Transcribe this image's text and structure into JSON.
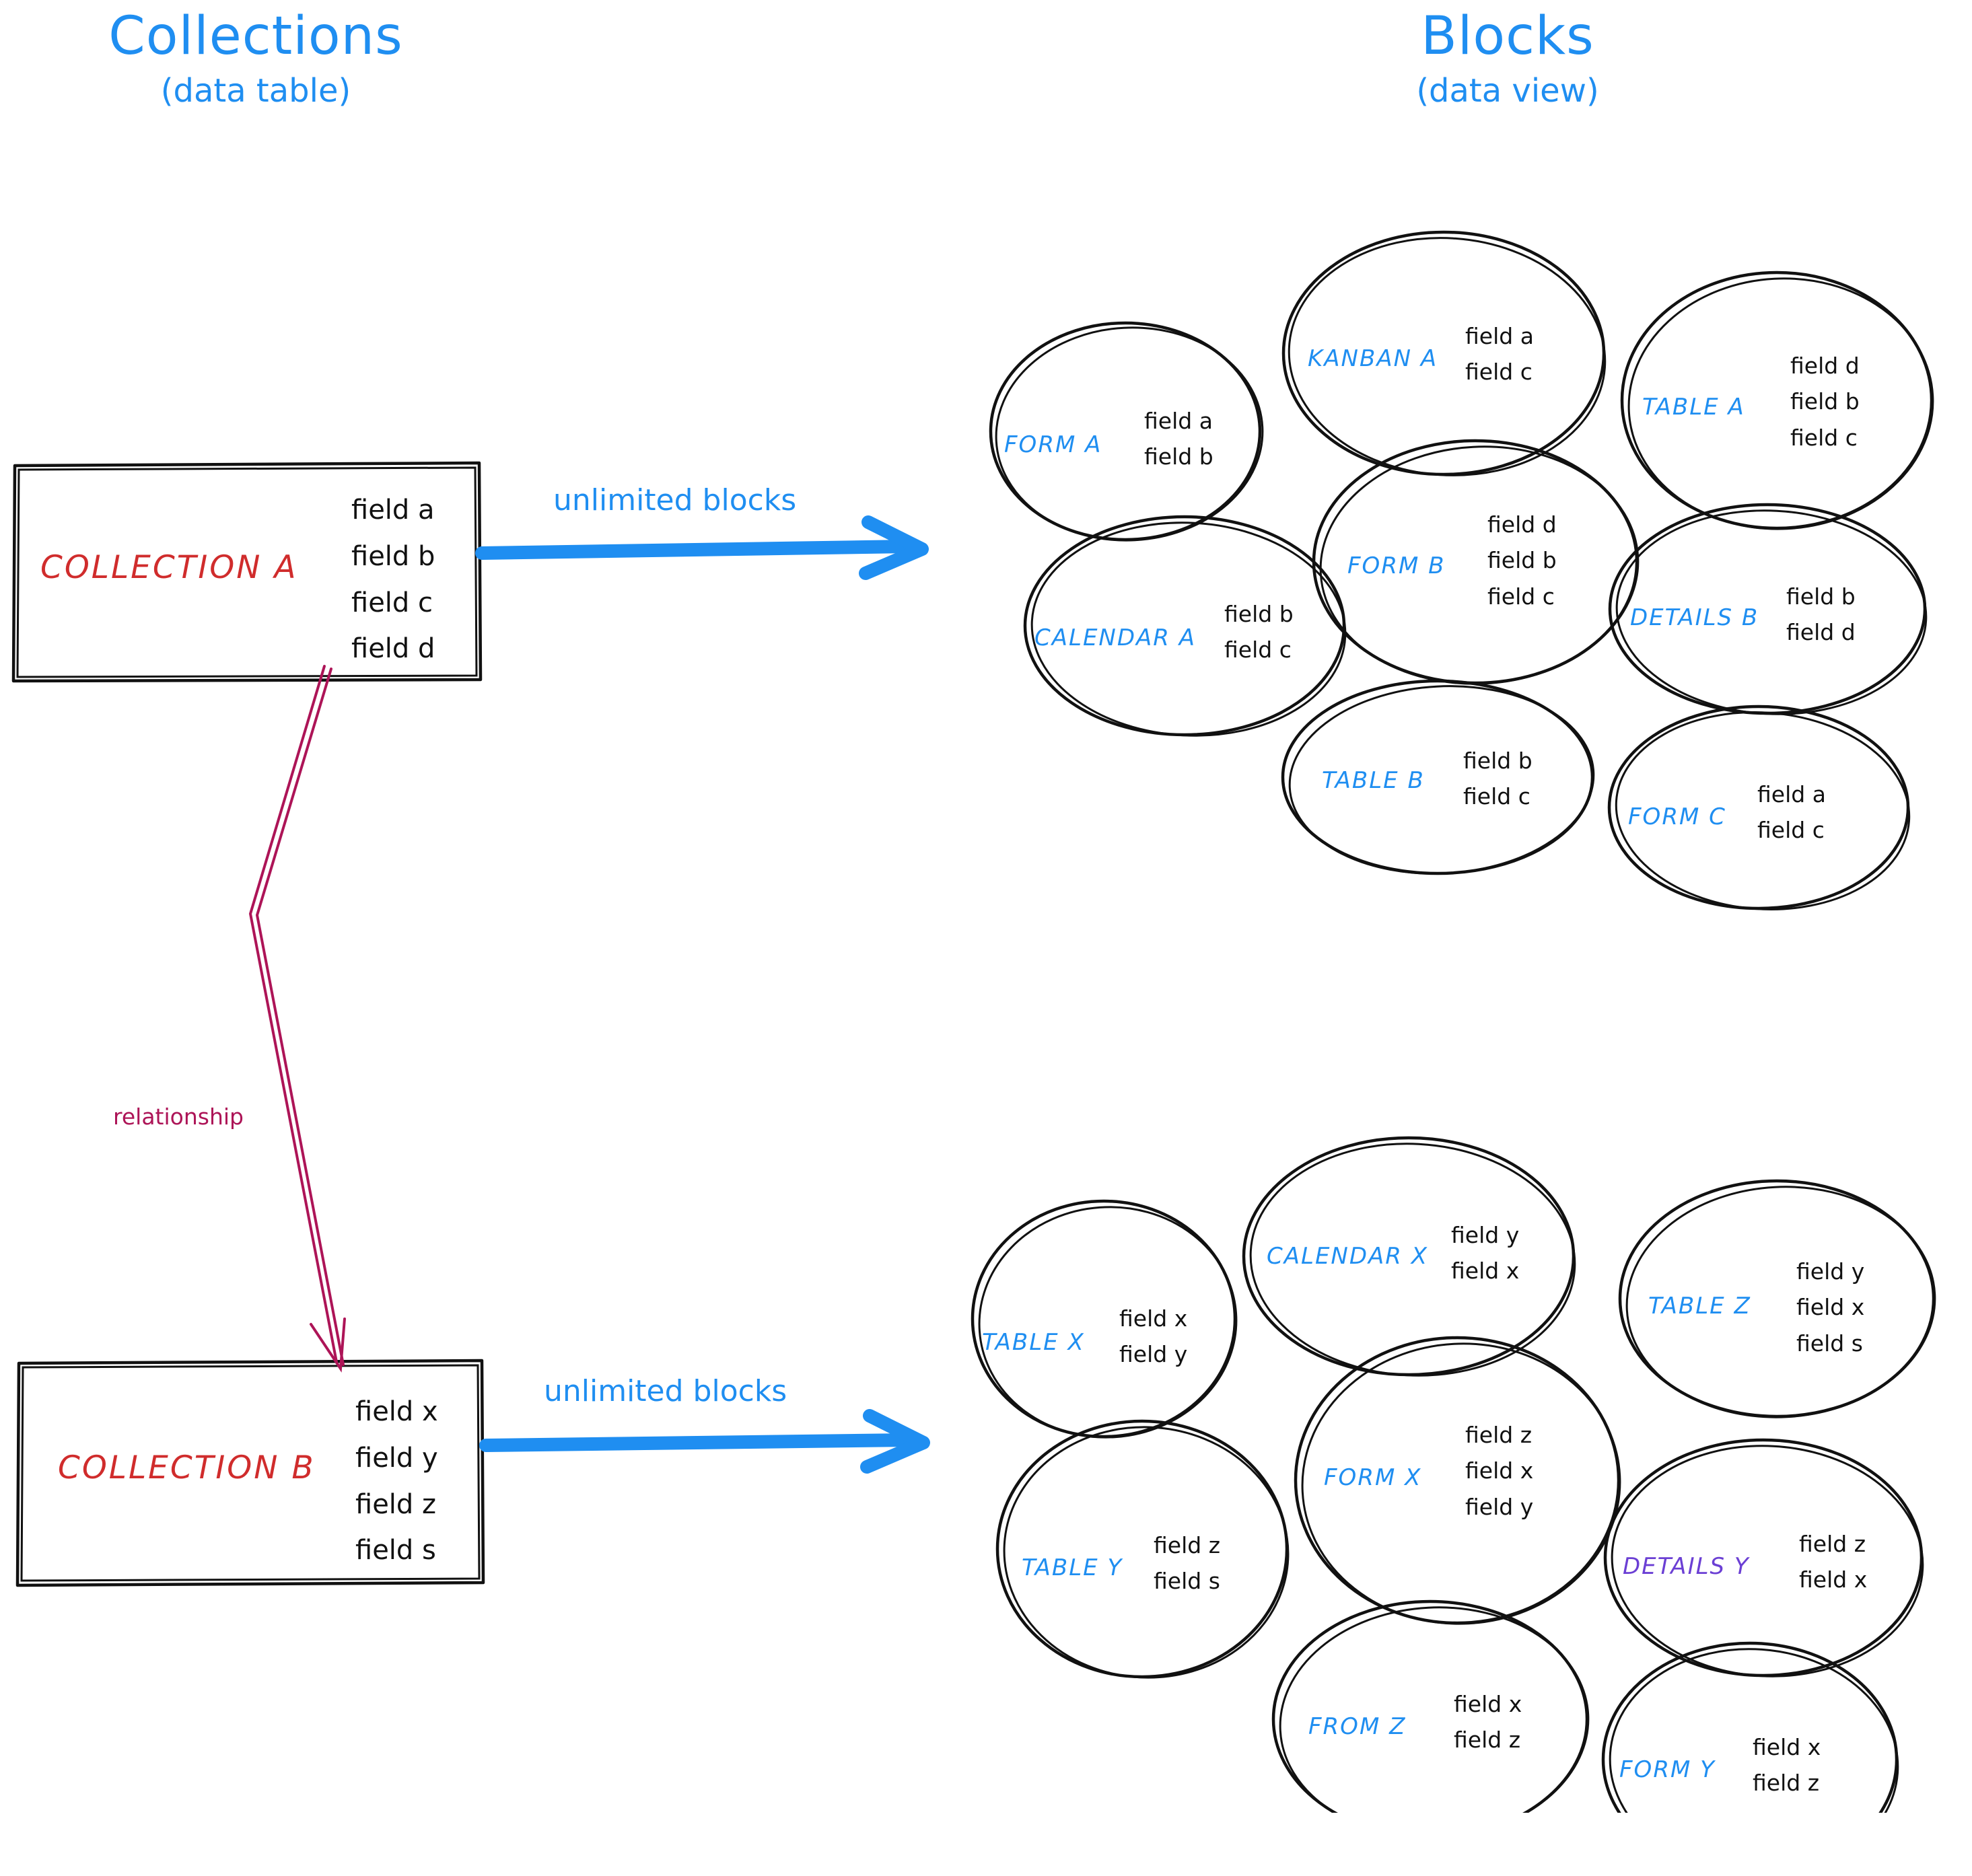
{
  "columns": {
    "left": {
      "title": "Collections",
      "subtitle": "(data table)"
    },
    "right": {
      "title": "Blocks",
      "subtitle": "(data view)"
    }
  },
  "colors": {
    "accent_blue": "#1f8ef1",
    "collection_red": "#d02c2c",
    "relationship_crimson": "#ad1457",
    "details_purple": "#6b3fd4",
    "ink_black": "#111111"
  },
  "collections": [
    {
      "id": "collection-a",
      "name": "COLLECTION A",
      "fields": [
        "field a",
        "field b",
        "field c",
        "field d"
      ],
      "arrow_label": "unlimited blocks"
    },
    {
      "id": "collection-b",
      "name": "COLLECTION B",
      "fields": [
        "field x",
        "field y",
        "field z",
        "field s"
      ],
      "arrow_label": "unlimited blocks"
    }
  ],
  "relationship": {
    "label": "relationship"
  },
  "block_groups": [
    {
      "id": "blocks-a",
      "for_collection": "COLLECTION A",
      "blocks": [
        {
          "name": "FORM A",
          "color": "blue",
          "fields": [
            "field a",
            "field b"
          ]
        },
        {
          "name": "KANBAN A",
          "color": "blue",
          "fields": [
            "field a",
            "field c"
          ]
        },
        {
          "name": "TABLE A",
          "color": "blue",
          "fields": [
            "field d",
            "field b",
            "field c"
          ]
        },
        {
          "name": "CALENDAR A",
          "color": "blue",
          "fields": [
            "field b",
            "field c"
          ]
        },
        {
          "name": "FORM B",
          "color": "blue",
          "fields": [
            "field d",
            "field b",
            "field c"
          ]
        },
        {
          "name": "DETAILS B",
          "color": "blue",
          "fields": [
            "field b",
            "field d"
          ]
        },
        {
          "name": "TABLE B",
          "color": "blue",
          "fields": [
            "field b",
            "field c"
          ]
        },
        {
          "name": "FORM C",
          "color": "blue",
          "fields": [
            "field a",
            "field c"
          ]
        }
      ]
    },
    {
      "id": "blocks-b",
      "for_collection": "COLLECTION B",
      "blocks": [
        {
          "name": "TABLE X",
          "color": "blue",
          "fields": [
            "field x",
            "field y"
          ]
        },
        {
          "name": "CALENDAR X",
          "color": "blue",
          "fields": [
            "field y",
            "field x"
          ]
        },
        {
          "name": "TABLE Z",
          "color": "blue",
          "fields": [
            "field y",
            "field x",
            "field s"
          ]
        },
        {
          "name": "TABLE Y",
          "color": "blue",
          "fields": [
            "field z",
            "field s"
          ]
        },
        {
          "name": "FORM X",
          "color": "blue",
          "fields": [
            "field z",
            "field x",
            "field y"
          ]
        },
        {
          "name": "DETAILS Y",
          "color": "purple",
          "fields": [
            "field z",
            "field x"
          ]
        },
        {
          "name": "FROM Z",
          "color": "blue",
          "fields": [
            "field x",
            "field z"
          ]
        },
        {
          "name": "FORM Y",
          "color": "blue",
          "fields": [
            "field x",
            "field z"
          ]
        }
      ]
    }
  ]
}
